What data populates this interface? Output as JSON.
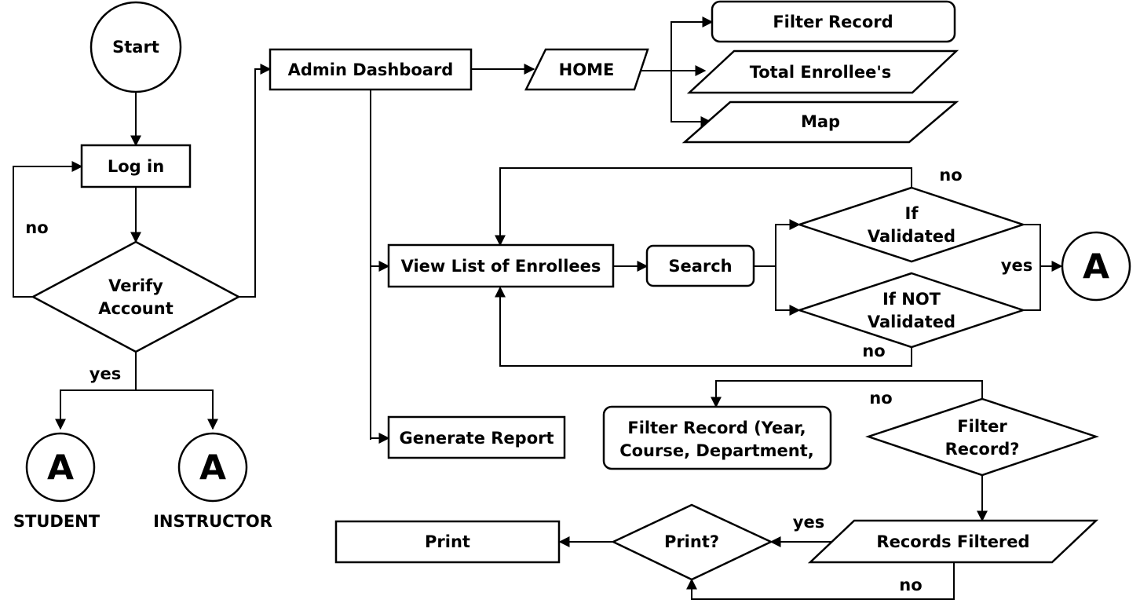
{
  "nodes": {
    "start": "Start",
    "login": "Log in",
    "verify_line1": "Verify",
    "verify_line2": "Account",
    "connector_student": "A",
    "connector_instructor": "A",
    "connector_validated": "A",
    "student_label": "STUDENT",
    "instructor_label": "INSTRUCTOR",
    "admin_dashboard": "Admin Dashboard",
    "home": "HOME",
    "filter_record": "Filter Record",
    "total_enrollees": "Total Enrollee's",
    "map": "Map",
    "view_list": "View List of Enrollees",
    "search": "Search",
    "if_validated_line1": "If",
    "if_validated_line2": "Validated",
    "if_not_validated_line1": "If NOT",
    "if_not_validated_line2": "Validated",
    "generate_report": "Generate Report",
    "filter_record_detail_line1": "Filter Record (Year,",
    "filter_record_detail_line2": "Course, Department,",
    "filter_q_line1": "Filter",
    "filter_q_line2": "Record?",
    "records_filtered": "Records Filtered",
    "print_q": "Print?",
    "print": "Print"
  },
  "edge_labels": {
    "login_no": "no",
    "verify_yes": "yes",
    "validated_no": "no",
    "validated_yes": "yes",
    "not_validated_no": "no",
    "filter_no": "no",
    "print_yes": "yes",
    "records_no": "no"
  },
  "colors": {
    "stroke": "#000000",
    "fill": "#ffffff"
  }
}
